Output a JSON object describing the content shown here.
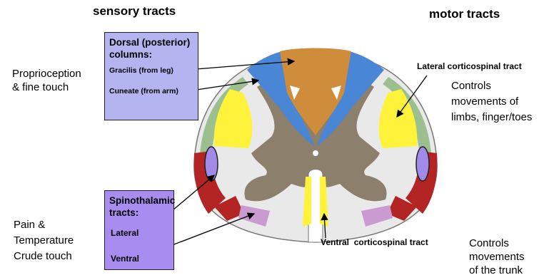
{
  "headers": {
    "sensory": "sensory tracts",
    "motor": "motor tracts"
  },
  "dorsal_box": {
    "title_line1": "Dorsal (posterior)",
    "title_line2": "columns:",
    "gracilis": "Gracilis (from leg)",
    "cuneate": "Cuneate (from arm)"
  },
  "spinothalamic_box": {
    "title_line1": "Spinothalamic",
    "title_line2": "tracts:",
    "lateral": "Lateral",
    "ventral": "Ventral"
  },
  "left_notes": {
    "proprioception_line1": "Proprioception",
    "proprioception_line2": "& fine touch",
    "pain_line1": "Pain &",
    "pain_line2": "Temperature",
    "pain_line3": "Crude touch"
  },
  "right_notes": {
    "lateral_tract": "Lateral corticospinal tract",
    "limbs_line1": "Controls",
    "limbs_line2": "movements of",
    "limbs_line3": "limbs, finger/toes",
    "ventral_tract": "Ventral  corticospinal tract",
    "trunk_line1": "Controls",
    "trunk_line2": "movements",
    "trunk_line3": "of the trunk"
  },
  "colors": {
    "dorsal_box_fill": "#b4b4f0",
    "spinothalamic_box_fill": "#a88cf0",
    "gracilis_orange": "#cf8d3c",
    "cuneate_blue": "#4a86d6",
    "gray_matter": "#8c7f6c",
    "white_matter": "#e9e9e9",
    "lateral_corticospinal_yellow": "#fff23a",
    "spinocerebellar_red": "#b32424",
    "spinothalamic_purple": "#a28be8",
    "ventral_pink": "#c99bd0",
    "green_rim": "#9bbf8f"
  }
}
